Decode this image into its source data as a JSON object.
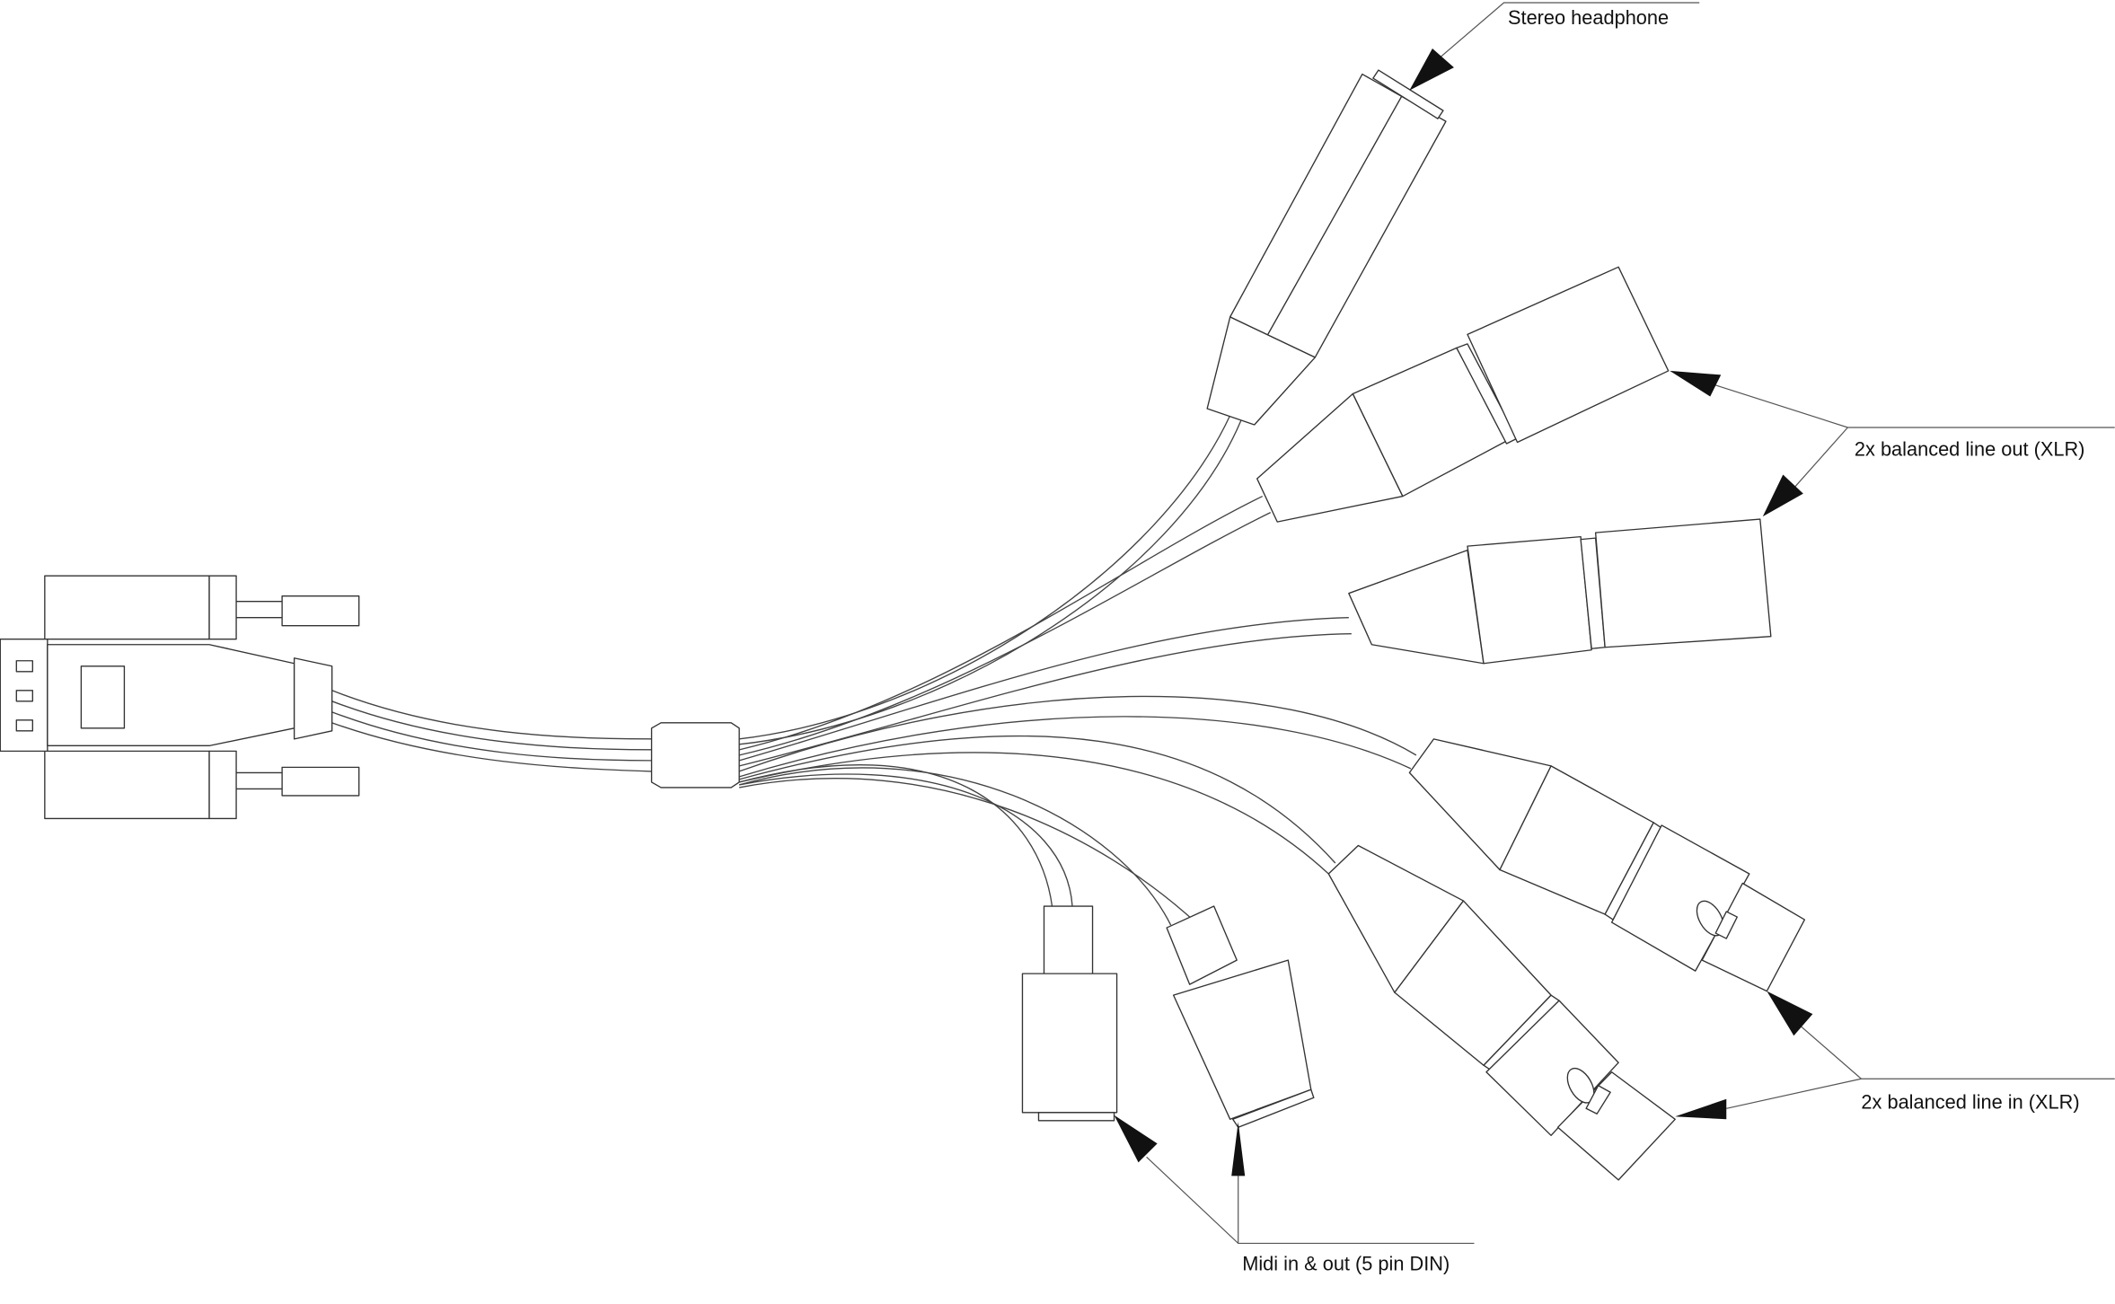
{
  "diagram": {
    "labels": {
      "headphone": "Stereo headphone",
      "line_out": "2x balanced line out (XLR)",
      "line_in": "2x balanced line in (XLR)",
      "midi": "Midi in & out (5 pin DIN)"
    },
    "colors": {
      "stroke": "#333333",
      "arrow": "#111111",
      "background": "#ffffff"
    }
  }
}
